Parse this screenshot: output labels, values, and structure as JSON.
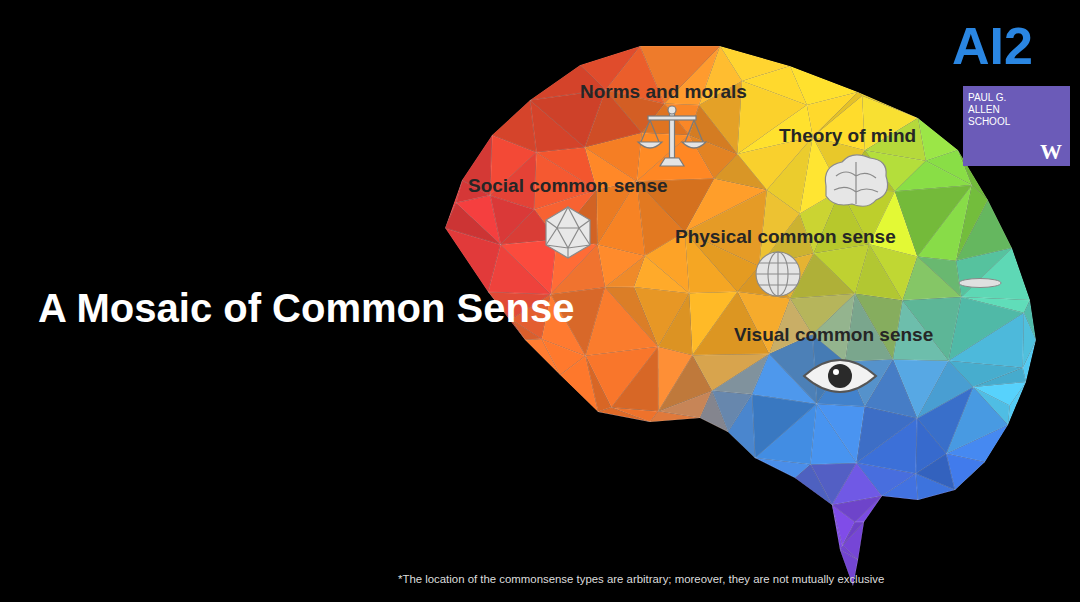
{
  "diagram": {
    "title": "A Mosaic of Common Sense",
    "labels": [
      "Norms and morals",
      "Theory of mind",
      "Social common sense",
      "Physical common sense",
      "Visual common sense",
      "AI2",
      "PAUL G. ALLEN SCHOOL",
      "W",
      "*The location of the commonsense types are arbitrary; moreover, they are not mutually exclusive"
    ]
  }
}
